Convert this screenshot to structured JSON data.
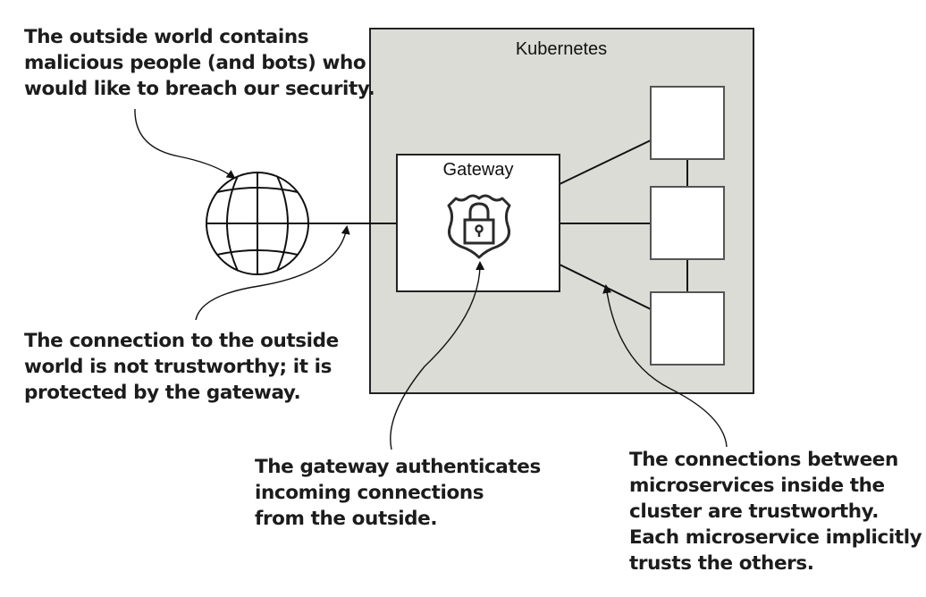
{
  "diagram": {
    "cluster": {
      "label": "Kubernetes",
      "fill": "#dcdcd6",
      "stroke": "#222222"
    },
    "gateway": {
      "label": "Gateway",
      "icon": "shield-lock-icon"
    },
    "internet": {
      "icon": "globe-icon"
    },
    "microservices": [
      {
        "name": "microservice-1"
      },
      {
        "name": "microservice-2"
      },
      {
        "name": "microservice-3"
      }
    ]
  },
  "annotations": {
    "outside_world": [
      "The outside world contains",
      "malicious people (and bots) who",
      "would like to breach our security."
    ],
    "connection_outside": [
      "The connection to the outside",
      "world is not trustworthy; it is",
      "protected by the gateway."
    ],
    "gateway_auth": [
      "The gateway authenticates",
      "incoming connections",
      "from the outside."
    ],
    "internal_trust": [
      "The connections between",
      "microservices inside the",
      "cluster are trustworthy.",
      "Each microservice implicitly",
      "trusts the others."
    ]
  }
}
